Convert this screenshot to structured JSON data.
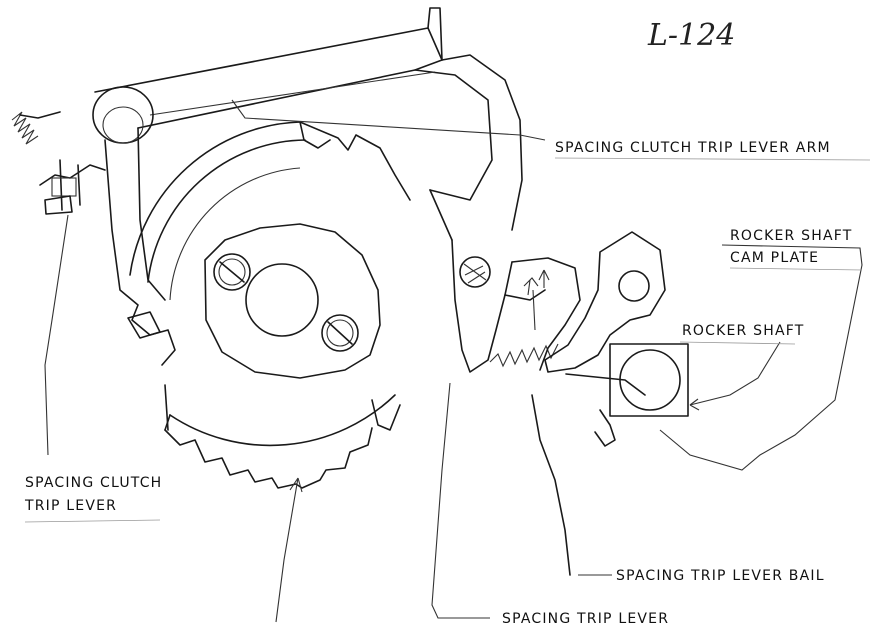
{
  "figure_id": "L-124",
  "labels": {
    "trip_lever_arm": "SPACING CLUTCH TRIP LEVER ARM",
    "cam_plate_line1": "ROCKER SHAFT",
    "cam_plate_line2": "CAM PLATE",
    "rocker_shaft": "ROCKER SHAFT",
    "clutch_trip_lever_line1": "SPACING CLUTCH",
    "clutch_trip_lever_line2": "TRIP LEVER",
    "trip_lever_bail": "SPACING TRIP LEVER BAIL",
    "spacing_trip_lever": "SPACING TRIP LEVER"
  }
}
